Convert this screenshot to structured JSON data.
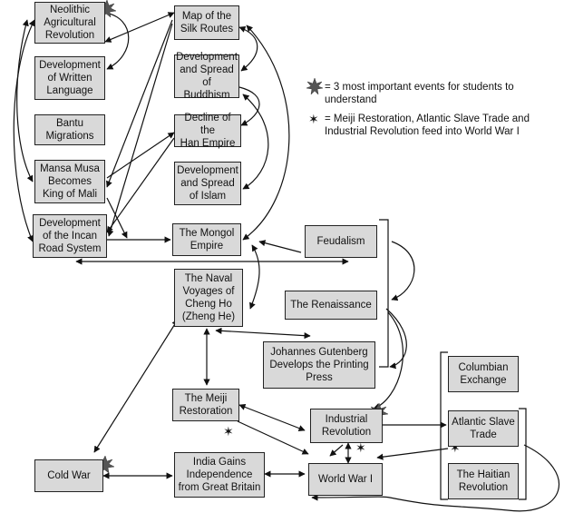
{
  "nodes": {
    "neolithic": "Neolithic\nAgricultural\nRevolution",
    "writing": "Development\nof Written\nLanguage",
    "bantu": "Bantu\nMigrations",
    "mansa": "Mansa Musa\nBecomes\nKing of Mali",
    "incan": "Development\nof the Incan\nRoad System",
    "silk": "Map of the\nSilk Routes",
    "buddhism": "Development\nand Spread of\nBuddhism",
    "han": "Decline of the\nHan Empire",
    "islam": "Development\nand Spread\nof Islam",
    "mongol": "The Mongol\nEmpire",
    "naval": "The Naval\nVoyages of\nCheng Ho\n(Zheng He)",
    "meiji": "The Meiji\nRestoration",
    "india": "India Gains\nIndependence\nfrom Great Britain",
    "coldwar": "Cold War",
    "feudalism": "Feudalism",
    "renaissance": "The Renaissance",
    "gutenberg": "Johannes Gutenberg\nDevelops the Printing\nPress",
    "industrial": "Industrial\nRevolution",
    "ww1": "World War I",
    "columbian": "Columbian\nExchange",
    "slavetrade": "Atlantic Slave\nTrade",
    "haitian": "The Haitian\nRevolution"
  },
  "legend": {
    "important": "= 3 most important events for students to\nunderstand",
    "feed": "= Meiji Restoration, Atlantic Slave Trade and\nIndustrial Revolution feed into World War I",
    "important_icon": "burst-star-icon",
    "feed_icon": "small-star-icon"
  },
  "colors": {
    "box_fill": "#d9d9d9",
    "line": "#111111"
  }
}
